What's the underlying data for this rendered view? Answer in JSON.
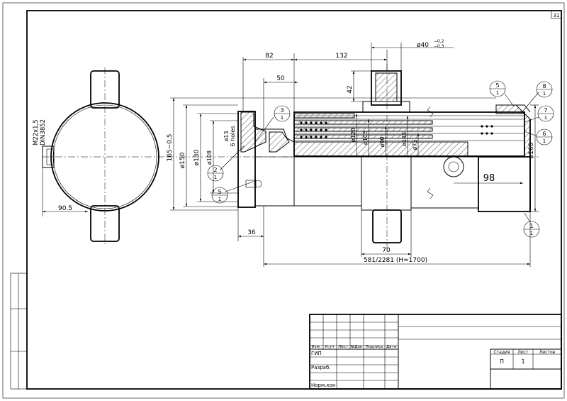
{
  "sheet": {
    "number": "31"
  },
  "dimensions": {
    "d82": "82",
    "d132": "132",
    "d50": "50",
    "d42": "42",
    "d40": "ø40",
    "d40_tol_upper": "−0,2",
    "d40_tol_lower": "−0,3",
    "d165": "165−0,5",
    "d150": "ø150",
    "d130": "ø130",
    "d108": "ø108",
    "d13": "ø13",
    "holes": "6 holes",
    "d120": "ø120",
    "d105": "ø105",
    "d90": "ø90",
    "d143": "ø143",
    "d75": "ø75",
    "d160": "ø160",
    "d98": "98",
    "d36": "36",
    "d70": "70",
    "d581": "581/2281 (H=1700)",
    "d905": "90.5",
    "thread": "M22x1,5",
    "din": "DIN3852"
  },
  "balloons": [
    {
      "num": "3",
      "sub": "1"
    },
    {
      "num": "2",
      "sub": "1"
    },
    {
      "num": "5",
      "sub": "1"
    },
    {
      "num": "5",
      "sub": "1"
    },
    {
      "num": "8",
      "sub": "1"
    },
    {
      "num": "7",
      "sub": "1"
    },
    {
      "num": "6",
      "sub": "1"
    },
    {
      "num": "1",
      "sub": "1"
    }
  ],
  "title_block": {
    "headers": [
      "Изм.",
      "К.уч",
      "Лист",
      "№Док",
      "Подпись",
      "Дата"
    ],
    "rows": [
      "ГИП",
      "Разраб.",
      "Норм.кон"
    ],
    "stage_label": "Стадия",
    "sheet_label": "Лист",
    "sheets_label": "Листов",
    "stage_value": "П",
    "sheet_value": "1"
  }
}
